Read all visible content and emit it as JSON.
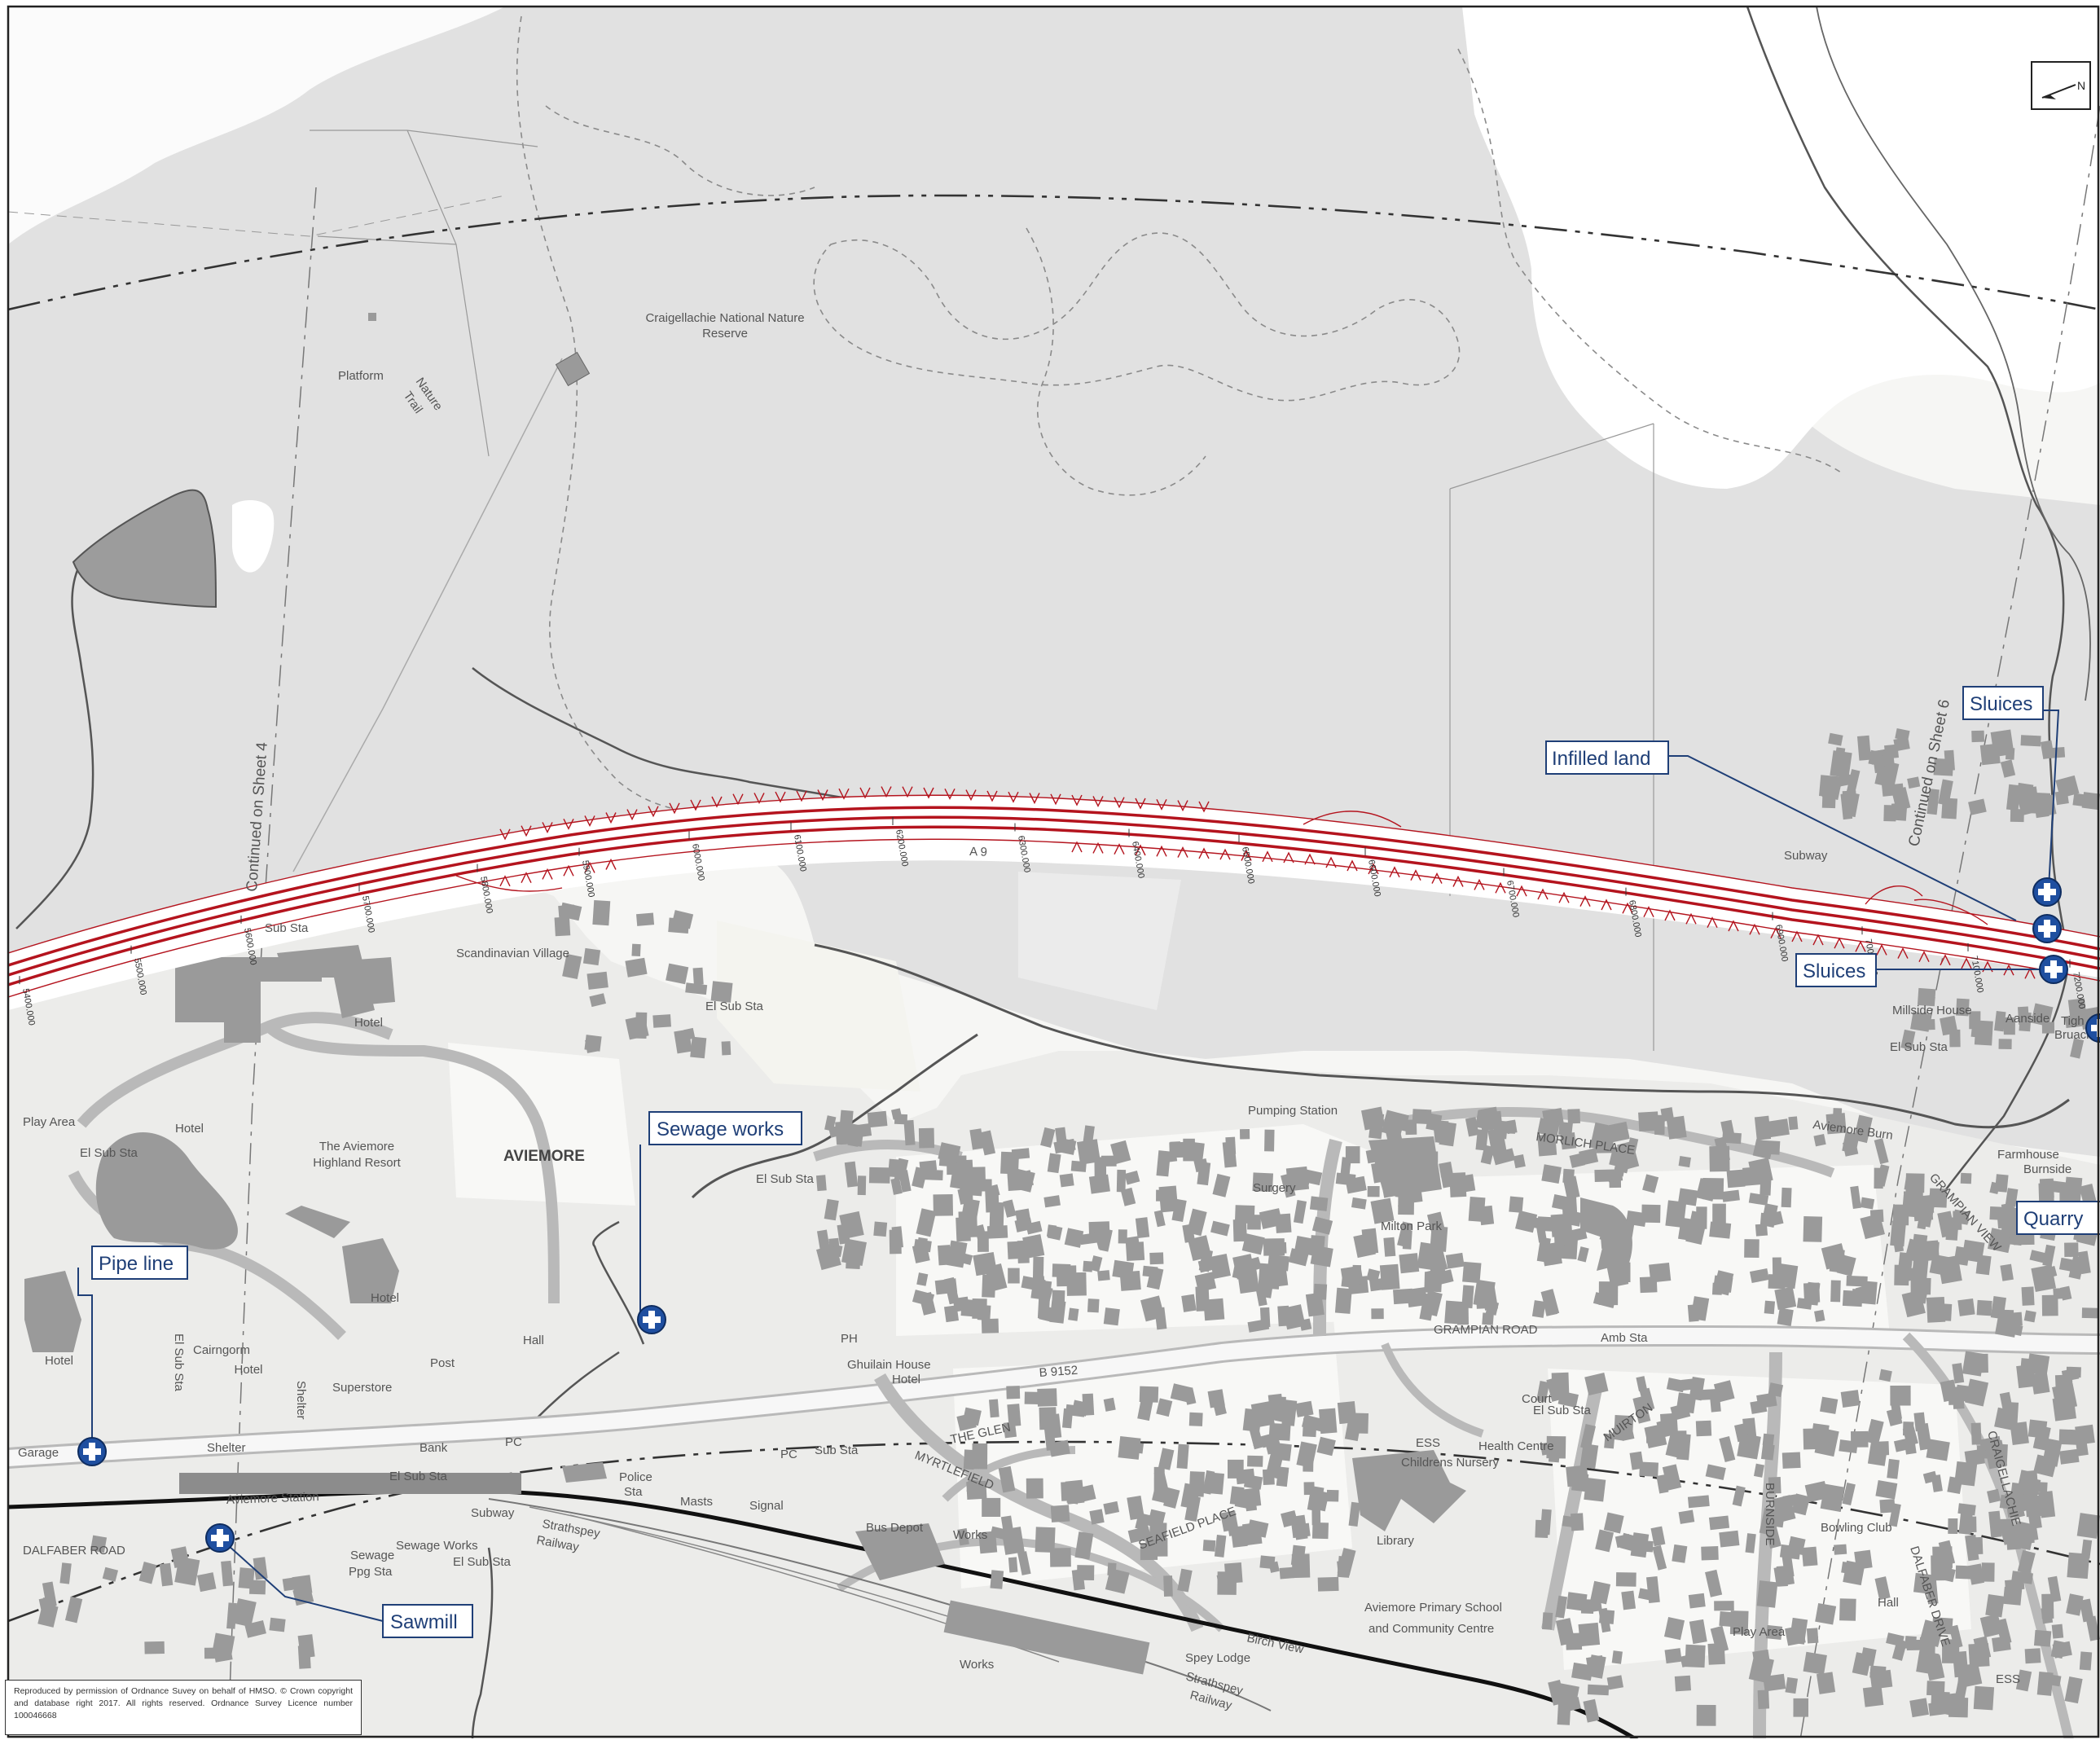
{
  "map": {
    "place_labels": {
      "reserve": [
        "Craigellachie National Nature",
        "Reserve"
      ],
      "platform": "Platform",
      "nature_trail": [
        "Nature",
        "Trail"
      ],
      "town": "AVIEMORE",
      "scandinavian_village": "Scandinavian Village",
      "resort": [
        "The Aviemore",
        "Highland Resort"
      ],
      "hotel": "Hotel",
      "play_area": "Play Area",
      "el_sub_sta": "El Sub Sta",
      "sub_sta": "Sub Sta",
      "garage": "Garage",
      "cairngorm_hotel": [
        "Cairngorm",
        "Hotel"
      ],
      "superstore": "Superstore",
      "shelter": "Shelter",
      "post": "Post",
      "hall": "Hall",
      "bank": "Bank",
      "pc": "PC",
      "aviemore_station": "Aviemore Station",
      "dalfaber_road": "DALFABER ROAD",
      "subway": "Subway",
      "strathspey_railway": [
        "Strathspey",
        "Railway"
      ],
      "sewage_ppg_sta": [
        "Sewage",
        "Ppg Sta"
      ],
      "sewage_works_lbl": "Sewage Works",
      "police_sta": [
        "Police",
        "Sta"
      ],
      "masts": "Masts",
      "signal": "Signal",
      "bus_depot": "Bus Depot",
      "works": "Works",
      "ghuilain_house": [
        "Ghuilain House",
        "Hotel"
      ],
      "ph": "PH",
      "b9152": "B 9152",
      "the_glen": "THE GLEN",
      "myrtlefield": "MYRTLEFIELD",
      "seafield_place": "SEAFIELD PLACE",
      "grampian_road": "GRAMPIAN ROAD",
      "amb_sta": "Amb Sta",
      "court": "Court",
      "ess": "ESS",
      "childrens_nursery": "Childrens Nursery",
      "health_centre": "Health Centre",
      "muirton": "MUIRTON",
      "library": "Library",
      "primary_school": [
        "Aviemore Primary School",
        "and Community Centre"
      ],
      "burnside": "BURNSIDE",
      "birch_view": "Birch View",
      "spey_lodge": "Spey Lodge",
      "bowling_club": "Bowling Club",
      "dalfaber_drive": "DALFABER DRIVE",
      "craigellachie": "CRAIGELLACHIE",
      "grampian_view": "GRAMPIAN VIEW",
      "pumping_station": "Pumping Station",
      "surgery": "Surgery",
      "milton_park": "Milton Park",
      "morlich_place": "MORLICH PLACE",
      "aviemore_burn": "Aviemore Burn",
      "farmhouse": [
        "Farmhouse",
        "Burnside"
      ],
      "millside_house": "Millside House",
      "aanside": "Aanside",
      "tigh_bruach": [
        "Tigh",
        "Bruach"
      ],
      "a9": "A 9",
      "continued_sheet_4": "Continued on Sheet 4",
      "continued_sheet_6": "Continued on Sheet 6"
    },
    "chainages": [
      "5400.000",
      "5500.000",
      "5600.000",
      "5700.000",
      "5800.000",
      "5900.000",
      "6000.000",
      "6100.000",
      "6200.000",
      "6300.000",
      "6400.000",
      "6500.000",
      "6600.000",
      "6700.000",
      "6800.000",
      "6900.000",
      "7000.000",
      "7100.000",
      "7200.000"
    ],
    "callouts": {
      "sewage_works": "Sewage works",
      "pipe_line": "Pipe line",
      "sawmill": "Sawmill",
      "infilled_land": "Infilled land",
      "sluices_top": "Sluices",
      "sluices_bottom": "Sluices",
      "quarry": "Quarry"
    },
    "north_arrow": "N",
    "copyright": "Reproduced by permission of Ordnance Suvey on behalf of HMSO. © Crown copyright and database right 2017. All rights reserved. Ordnance Survey Licence number 100046668",
    "colors": {
      "forest": "#e1e1e1",
      "open_land": "#f4f4f2",
      "developed": "#ecece6",
      "water": "#9c9c9c",
      "scheme_red": "#b4141e",
      "callout_blue": "#1f3f77"
    }
  }
}
